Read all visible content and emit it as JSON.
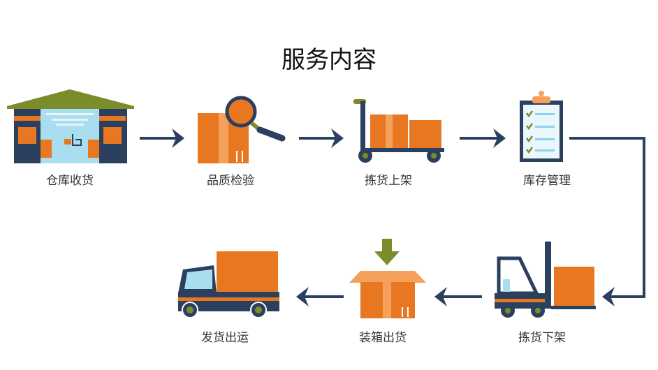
{
  "title": "服务内容",
  "steps": [
    {
      "label": "仓库收货",
      "icon": "warehouse-icon"
    },
    {
      "label": "品质检验",
      "icon": "magnifier-box-icon"
    },
    {
      "label": "拣货上架",
      "icon": "hand-truck-icon"
    },
    {
      "label": "库存管理",
      "icon": "clipboard-checklist-icon"
    },
    {
      "label": "拣货下架",
      "icon": "forklift-icon"
    },
    {
      "label": "装箱出货",
      "icon": "packing-box-icon"
    },
    {
      "label": "发货出运",
      "icon": "delivery-truck-icon"
    }
  ],
  "colors": {
    "navy": "#2b3f5e",
    "orange": "#e87722",
    "light_orange": "#f6a15b",
    "green": "#7b8d2b",
    "light_blue": "#a9def1"
  }
}
